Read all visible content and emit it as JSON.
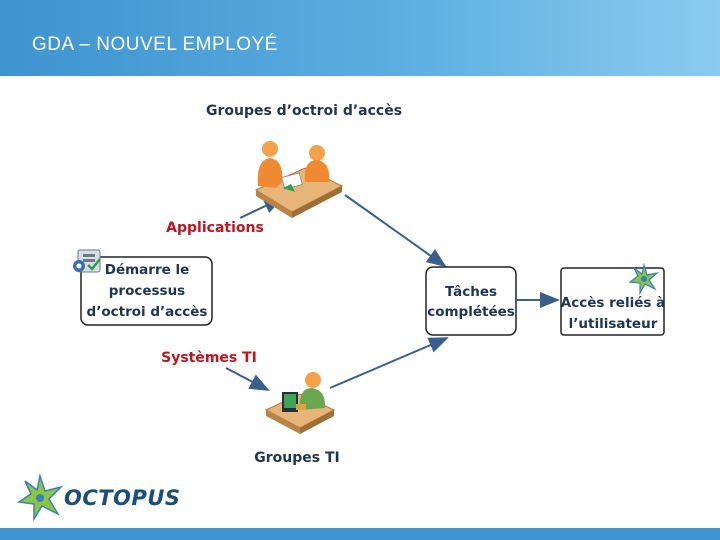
{
  "header": {
    "title": "GDA – NOUVEL EMPLOYÉ"
  },
  "diagram": {
    "groupes_octroi": "Groupes d’octroi d’accès",
    "applications": "Applications",
    "demarre": [
      "Démarre le",
      "processus",
      "d’octroi d’accès"
    ],
    "taches": [
      "Tâches",
      "complétées"
    ],
    "acces": [
      "Accès reliés à",
      "l’utilisateur"
    ],
    "systemes": "Systèmes TI",
    "groupes_ti": "Groupes TI"
  },
  "logo": {
    "text": "OCTOPUS"
  },
  "colors": {
    "header": "#3f93cf",
    "arrow": "#3a5f8c",
    "red_label": "#c0141e",
    "label": "#1f3552",
    "person_orange": "#f08a30",
    "person_green": "#6aa84f"
  }
}
